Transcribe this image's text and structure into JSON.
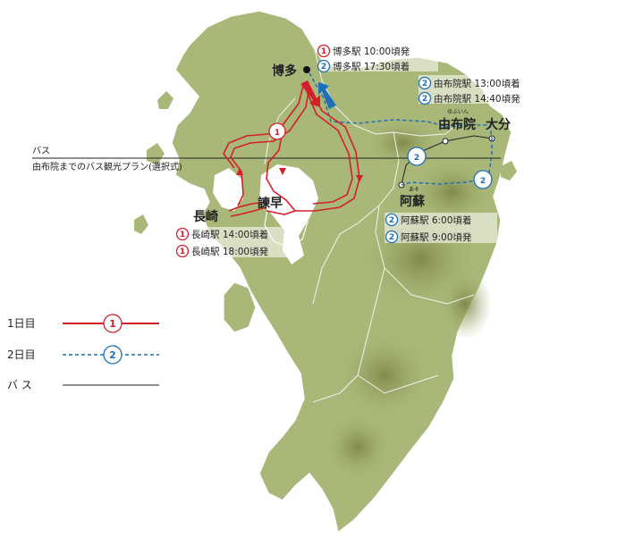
{
  "legend": {
    "day1": "1日目",
    "day2": "2日目",
    "bus": "バ  ス",
    "day1_badge": "1",
    "day2_badge": "2"
  },
  "bus_label": {
    "title": "バス",
    "subtitle": "由布院までのバス観光プラン(選択式)"
  },
  "places": {
    "hakata": "博多",
    "yufuin": "由布院",
    "yufuin_ruby": "ゆふいん",
    "oita": "大分",
    "aso": "阿蘇",
    "aso_ruby": "あそ",
    "isahaya": "諫早",
    "nagasaki": "長崎"
  },
  "schedule": {
    "hakata": [
      {
        "day": "1",
        "text": "博多駅 10:00頃発"
      },
      {
        "day": "2",
        "text": "博多駅 17:30頃着"
      }
    ],
    "yufuin": [
      {
        "day": "2",
        "text": "由布院駅 13:00頃着"
      },
      {
        "day": "2",
        "text": "由布院駅 14:40頃発"
      }
    ],
    "aso": [
      {
        "day": "2",
        "text": "阿蘇駅 6:00頃着"
      },
      {
        "day": "2",
        "text": "阿蘇駅 9:00頃発"
      }
    ],
    "nagasaki": [
      {
        "day": "1",
        "text": "長崎駅 14:00頃着"
      },
      {
        "day": "1",
        "text": "長崎駅 18:00頃発"
      }
    ]
  },
  "route_badges": {
    "day1": "1",
    "day2_upper": "2",
    "day2_right": "2"
  },
  "colors": {
    "land": "#a9b879",
    "mountain": "#8a9456",
    "day1_route": "#d2202a",
    "day2_route": "#1c6fb8",
    "bus_line": "#222222"
  }
}
